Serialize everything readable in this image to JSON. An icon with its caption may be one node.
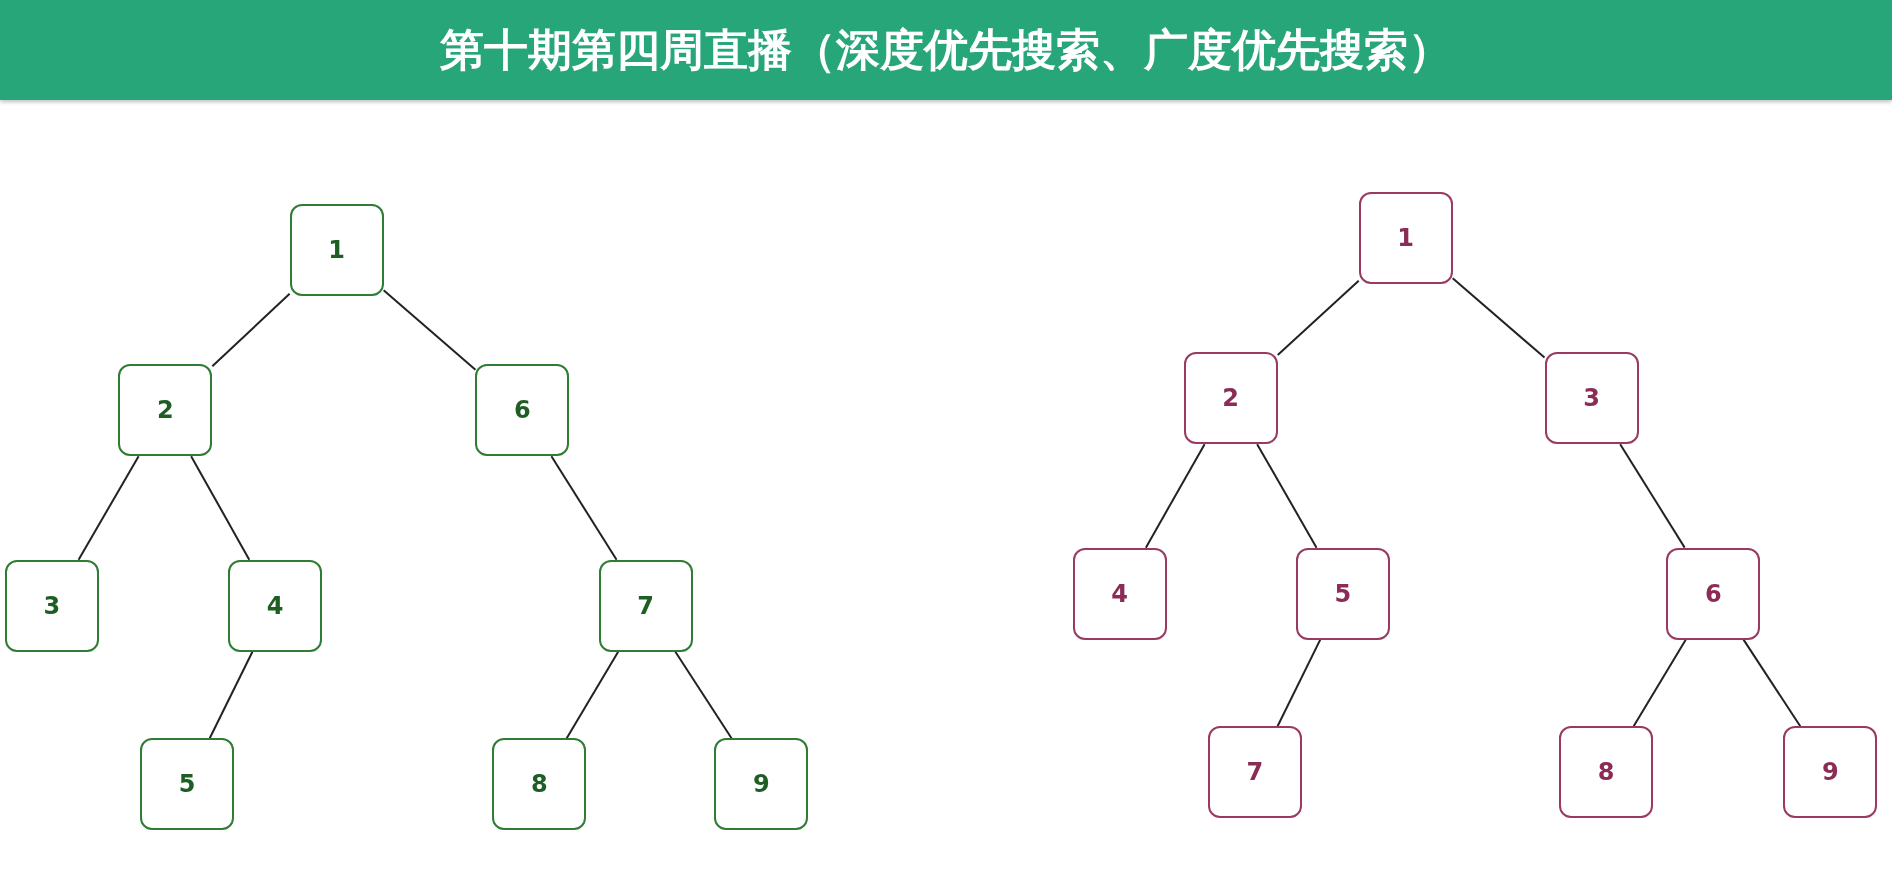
{
  "diagram": {
    "title": "第十期第四周直播（深度优先搜索、广度优先搜索）",
    "nodes": [
      {
        "text": [
          "1"
        ]
      },
      {
        "text": [
          "2"
        ]
      },
      {
        "text": [
          "6"
        ]
      },
      {
        "text": [
          "3"
        ]
      },
      {
        "text": [
          "4"
        ]
      },
      {
        "text": [
          "7"
        ]
      },
      {
        "text": [
          "5"
        ]
      },
      {
        "text": [
          "8"
        ]
      },
      {
        "text": [
          "9"
        ]
      },
      {
        "text": [
          "1"
        ]
      },
      {
        "text": [
          "2"
        ]
      },
      {
        "text": [
          "3"
        ]
      },
      {
        "text": [
          "4"
        ]
      },
      {
        "text": [
          "5"
        ]
      },
      {
        "text": [
          "6"
        ]
      },
      {
        "text": [
          "7"
        ]
      },
      {
        "text": [
          "8"
        ]
      },
      {
        "text": [
          "9"
        ]
      }
    ],
    "edges": [
      {
        "from": 0,
        "to": 1,
        "arrow": "none"
      },
      {
        "from": 0,
        "to": 2,
        "arrow": "none"
      },
      {
        "from": 1,
        "to": 3,
        "arrow": "none"
      },
      {
        "from": 1,
        "to": 4,
        "arrow": "none"
      },
      {
        "from": 4,
        "to": 6,
        "arrow": "none"
      },
      {
        "from": 2,
        "to": 5,
        "arrow": "none"
      },
      {
        "from": 5,
        "to": 7,
        "arrow": "none"
      },
      {
        "from": 5,
        "to": 8,
        "arrow": "none"
      },
      {
        "from": 9,
        "to": 10,
        "arrow": "none"
      },
      {
        "from": 9,
        "to": 11,
        "arrow": "none"
      },
      {
        "from": 10,
        "to": 12,
        "arrow": "none"
      },
      {
        "from": 10,
        "to": 13,
        "arrow": "none"
      },
      {
        "from": 13,
        "to": 15,
        "arrow": "none"
      },
      {
        "from": 11,
        "to": 14,
        "arrow": "none"
      },
      {
        "from": 14,
        "to": 16,
        "arrow": "none"
      },
      {
        "from": 14,
        "to": 17,
        "arrow": "none"
      }
    ]
  }
}
